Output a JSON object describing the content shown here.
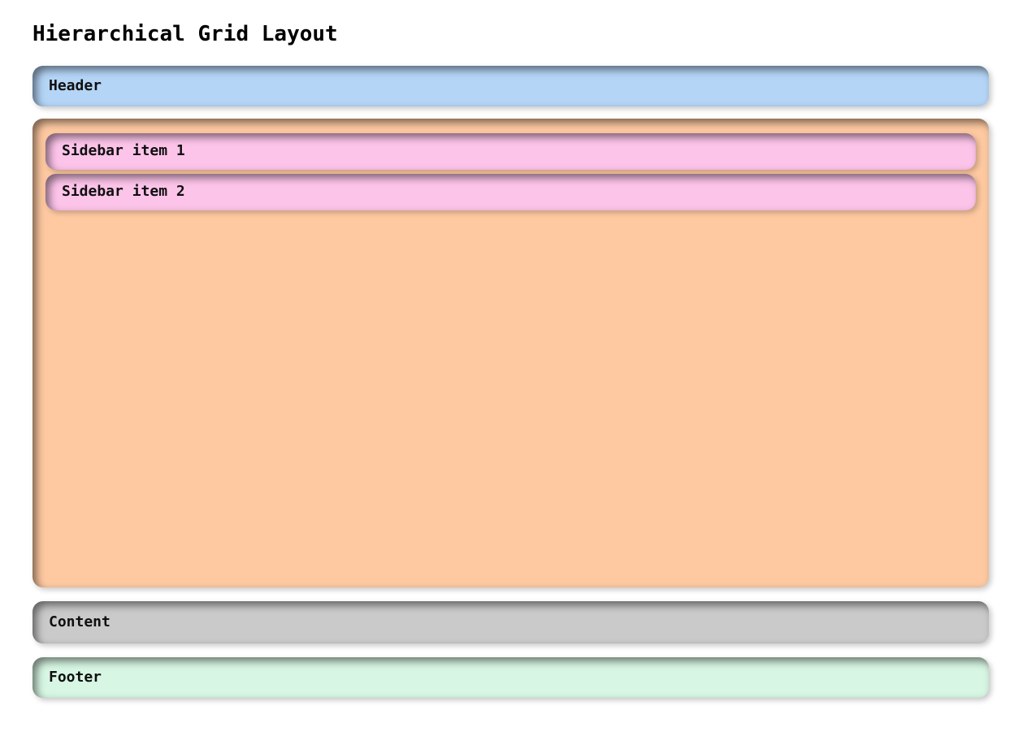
{
  "title": "Hierarchical Grid Layout",
  "colors": {
    "page_bg": "#ffffff",
    "text": "#101010",
    "title_text": "#000000",
    "header_bg": "#b5d5f7",
    "sidebar_bg": "#fec9a1",
    "sidebar_item_bg": "#fdc4ea",
    "content_bg": "#cacaca",
    "footer_bg": "#d7f6e3"
  },
  "regions": {
    "header": {
      "label": "Header"
    },
    "sidebar": {
      "items": [
        {
          "label": "Sidebar item 1"
        },
        {
          "label": "Sidebar item 2"
        }
      ]
    },
    "content": {
      "label": "Content"
    },
    "footer": {
      "label": "Footer"
    }
  }
}
